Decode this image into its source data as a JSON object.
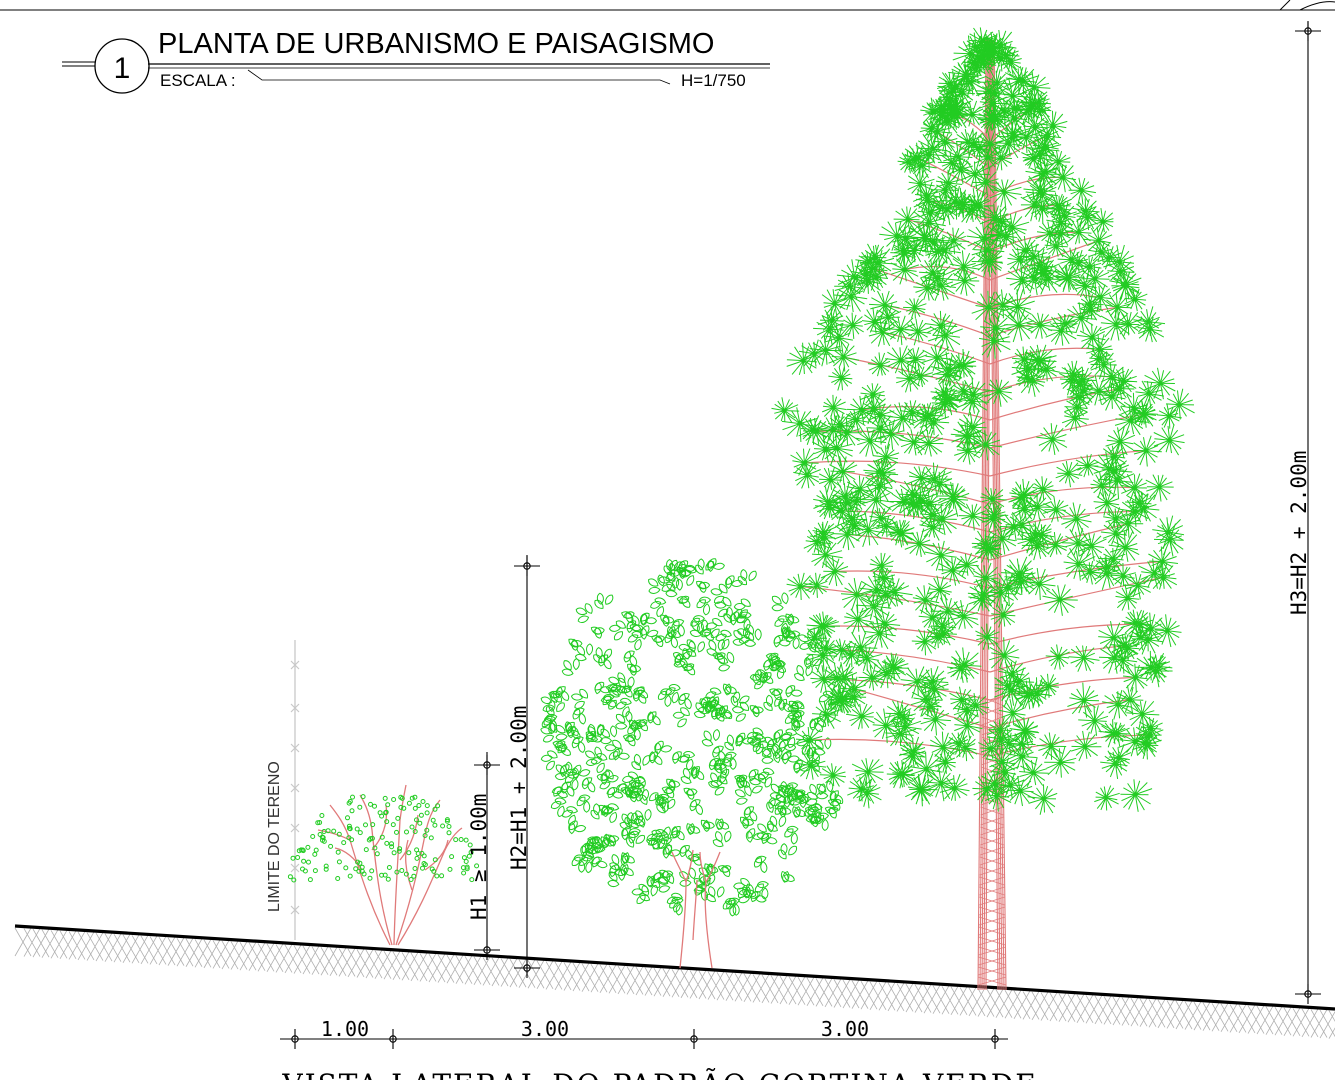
{
  "title_block": {
    "number": "1",
    "title": "PLANTA DE URBANISMO E PAISAGISMO",
    "scale_label": "ESCALA :",
    "scale_value": "H=1/750"
  },
  "annotations": {
    "boundary_label": "LIMITE  DO  TERENO",
    "h1_label": "H1 ≥ 1.00m",
    "h2_label": "H2=H1  +  2.00m",
    "h3_label": "H3=H2  +  2.00m"
  },
  "spacing": {
    "d1": "1.00",
    "d2": "3.00",
    "d3": "3.00"
  },
  "caption": "VISTA  LATERAL  DO  PADRÃO  CORTINA  VERDE",
  "colors": {
    "foliage": "#22cc22",
    "trunk": "#e07a7a",
    "line": "#000000",
    "hatch": "#b0b0b0"
  },
  "plants": [
    {
      "name": "shrub",
      "foliage": "dots"
    },
    {
      "name": "medium-tree",
      "foliage": "leaf-clusters"
    },
    {
      "name": "tall-pine",
      "foliage": "needle-stars"
    }
  ]
}
